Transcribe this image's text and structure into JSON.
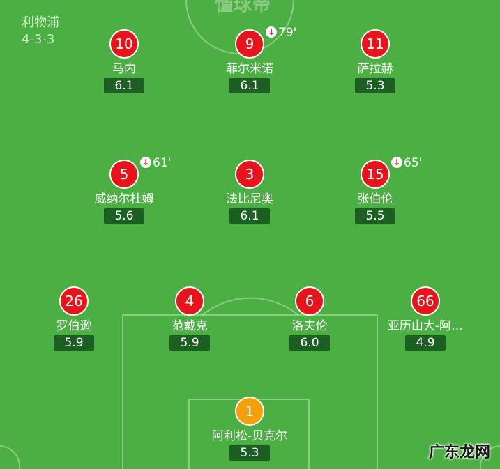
{
  "team": {
    "name": "利物浦",
    "formation": "4-3-3"
  },
  "brand": "懂球帝",
  "watermark": "广东龙网",
  "players": {
    "p10": {
      "number": "10",
      "name": "马内",
      "rating": "6.1"
    },
    "p9": {
      "number": "9",
      "name": "菲尔米诺",
      "rating": "6.1",
      "sub_minute": "79'"
    },
    "p11": {
      "number": "11",
      "name": "萨拉赫",
      "rating": "5.3"
    },
    "p5": {
      "number": "5",
      "name": "威纳尔杜姆",
      "rating": "5.6",
      "sub_minute": "61'"
    },
    "p3": {
      "number": "3",
      "name": "法比尼奥",
      "rating": "6.1"
    },
    "p15": {
      "number": "15",
      "name": "张伯伦",
      "rating": "5.5",
      "sub_minute": "65'"
    },
    "p26": {
      "number": "26",
      "name": "罗伯逊",
      "rating": "5.9"
    },
    "p4": {
      "number": "4",
      "name": "范戴克",
      "rating": "5.9"
    },
    "p6": {
      "number": "6",
      "name": "洛夫伦",
      "rating": "6.0"
    },
    "p66": {
      "number": "66",
      "name": "亚历山大-阿…",
      "rating": "4.9"
    },
    "p1": {
      "number": "1",
      "name": "阿利松-贝克尔",
      "rating": "5.3"
    }
  },
  "colors": {
    "pitch": "#4caf43",
    "outfield_badge": "#e8141c",
    "goalkeeper_badge": "#f5a008",
    "rating_bg": "#1d5e22"
  },
  "icons": {
    "substitution": "sub-off-arrow-icon"
  }
}
